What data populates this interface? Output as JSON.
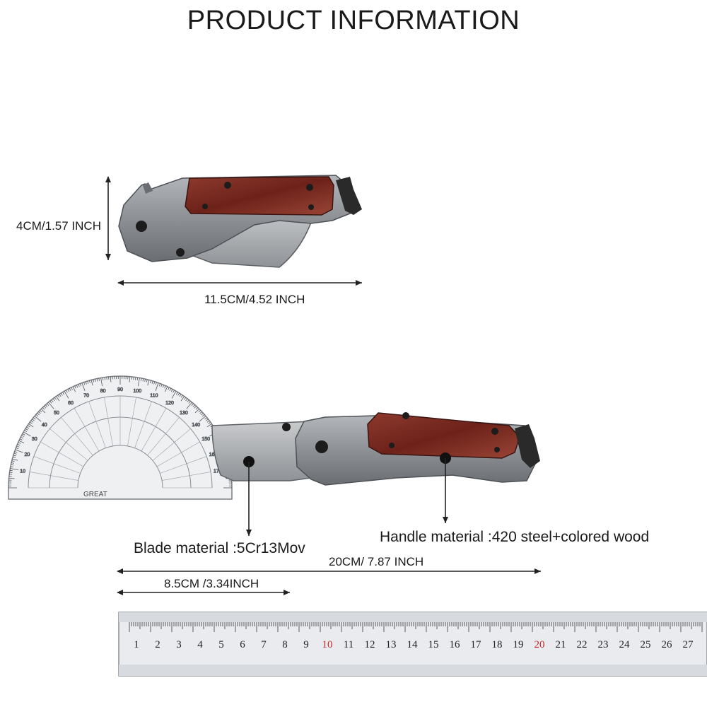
{
  "title": "PRODUCT INFORMATION",
  "dimensions": {
    "closed_height": "4CM/1.57 INCH",
    "closed_length": "11.5CM/4.52 INCH",
    "open_length": "20CM/ 7.87 INCH",
    "blade_length": "8.5CM /3.34INCH"
  },
  "materials": {
    "blade": "Blade material :5Cr13Mov",
    "handle": "Handle material :420 steel+colored wood"
  },
  "ruler": {
    "numbers": [
      "1",
      "2",
      "3",
      "4",
      "5",
      "6",
      "7",
      "8",
      "9",
      "10",
      "11",
      "12",
      "13",
      "14",
      "15",
      "16",
      "17",
      "18",
      "19",
      "20",
      "21",
      "22",
      "23",
      "24",
      "25",
      "26",
      "27"
    ],
    "highlight": [
      "10",
      "20"
    ],
    "highlight_color": "#c0282d"
  },
  "protractor": {
    "label": "GREAT",
    "outer_labels": [
      "10",
      "20",
      "30",
      "40",
      "50",
      "60",
      "70",
      "80",
      "90",
      "100",
      "110",
      "120",
      "130",
      "140",
      "150",
      "160",
      "170"
    ]
  },
  "colors": {
    "steel": "#8e9196",
    "steel_dark": "#5d6065",
    "wood": "#7a2a22",
    "wood_light": "#a0473a"
  }
}
